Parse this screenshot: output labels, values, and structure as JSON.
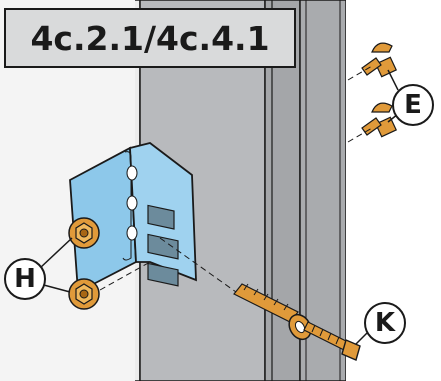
{
  "title": "4c.2.1/4c.4.1",
  "callouts": {
    "h": "H",
    "e": "E",
    "k": "K"
  },
  "colors": {
    "bracket_blue": "#8dc8ea",
    "hardware_orange": "#e09a3a",
    "wall_light": "#ececec",
    "post_gray": "#b2b4b7",
    "title_bg": "#d9dadb",
    "outline": "#1a1a1a"
  },
  "parts": {
    "bracket": "angle-bracket",
    "nuts": "flange-nut",
    "bolts": "carriage-bolt",
    "anchor": "wall-anchor-plug",
    "screw": "lag-screw-with-washer"
  }
}
